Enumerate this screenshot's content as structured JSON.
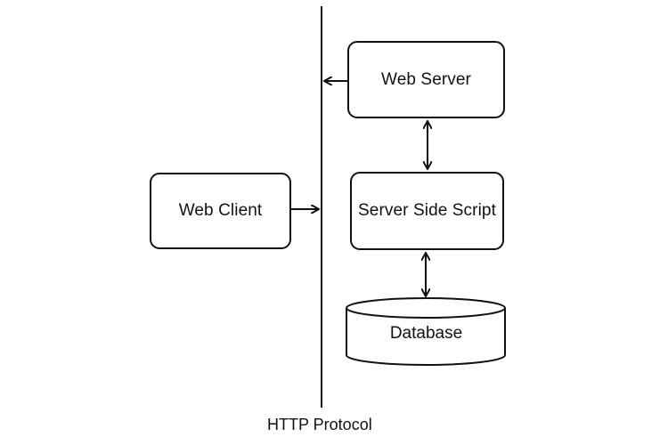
{
  "nodes": {
    "web_server": "Web Server",
    "server_side_script": "Server Side Script",
    "web_client": "Web Client",
    "database": "Database"
  },
  "labels": {
    "http_protocol": "HTTP Protocol"
  },
  "edges": [
    {
      "from": "Web Server",
      "to": "HTTP Protocol",
      "direction": "one-way"
    },
    {
      "from": "Web Client",
      "to": "HTTP Protocol",
      "direction": "one-way"
    },
    {
      "from": "Web Server",
      "to": "Server Side Script",
      "direction": "two-way"
    },
    {
      "from": "Server Side Script",
      "to": "Database",
      "direction": "two-way"
    }
  ]
}
